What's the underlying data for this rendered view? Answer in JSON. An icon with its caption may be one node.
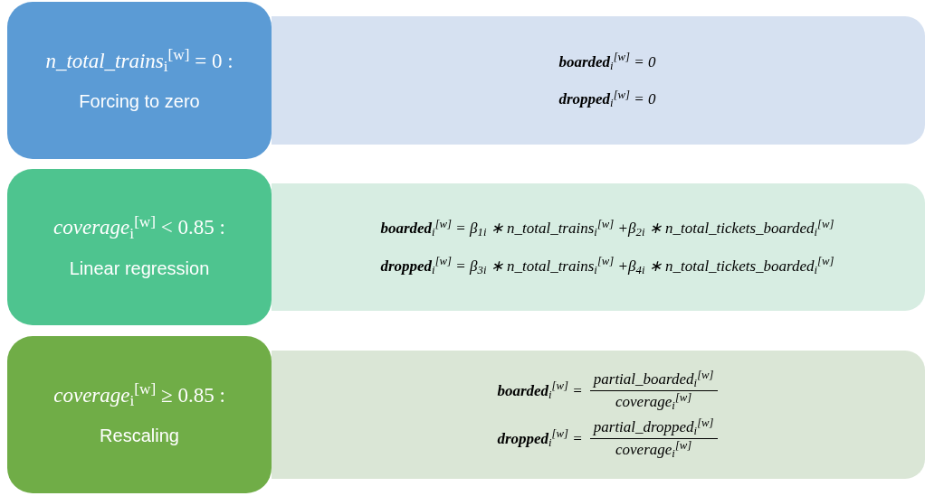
{
  "diagram": {
    "nodes": [
      {
        "text": [
          "*n_total_trains*$_{i}$$^{[w]}$ = 0 :",
          "Forcing to zero"
        ]
      },
      {
        "text": [
          "**boarded**$_{i}$$^{[w]}$ = 0",
          "**dropped**$_{i}$$^{[w]}$ = 0"
        ]
      },
      {
        "text": [
          "*coverage*$_{i}$$^{[w]}$ < 0.85 :",
          "Linear regression"
        ]
      },
      {
        "text": [
          "**boarded**$_{i}$$^{[w]}$ =  β$_{1i}$ ∗ n_total_trains$_{i}$$^{[w]}$ +β$_{2i}$ ∗ n_total_tickets_boarded$_{i}$$^{[w]}$",
          "**dropped**$_{i}$$^{[w]}$ =  β$_{3i}$ ∗ n_total_trains$_{i}$$^{[w]}$ +β$_{4i}$ ∗ n_total_tickets_boarded$_{i}$$^{[w]}$"
        ]
      },
      {
        "text": [
          "*coverage*$_{i}$$^{[w]}$ ≥ 0.85 :",
          "Rescaling"
        ]
      },
      {
        "text": [
          "**boarded**$_{i}$$^{[w]}$ =",
          "partial_boarded$_{i}$$^{[w]}$",
          "coverage$_{i}$$^{[w]}$",
          "**dropped**$_{i}$$^{[w]}$ =",
          "partial_dropped$_{i}$$^{[w]}$",
          "coverage$_{i}$$^{[w]}$"
        ]
      }
    ]
  }
}
